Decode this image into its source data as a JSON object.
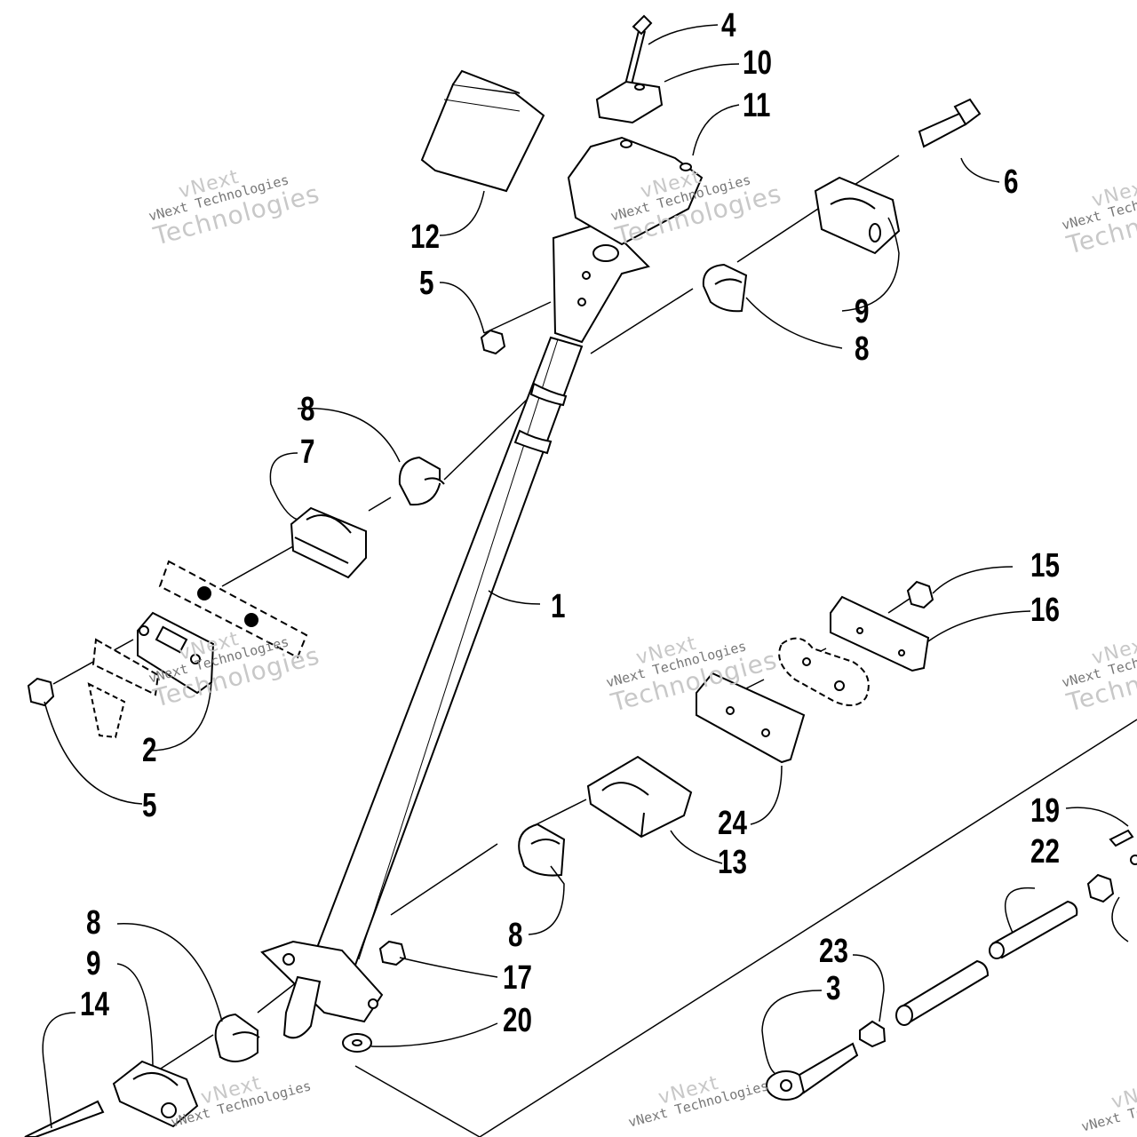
{
  "callouts": [
    {
      "id": "c1",
      "label": "1"
    },
    {
      "id": "c2",
      "label": "2"
    },
    {
      "id": "c3",
      "label": "3"
    },
    {
      "id": "c4",
      "label": "4"
    },
    {
      "id": "c5a",
      "label": "5"
    },
    {
      "id": "c5b",
      "label": "5"
    },
    {
      "id": "c6",
      "label": "6"
    },
    {
      "id": "c7",
      "label": "7"
    },
    {
      "id": "c8a",
      "label": "8"
    },
    {
      "id": "c8b",
      "label": "8"
    },
    {
      "id": "c8c",
      "label": "8"
    },
    {
      "id": "c8d",
      "label": "8"
    },
    {
      "id": "c9a",
      "label": "9"
    },
    {
      "id": "c9b",
      "label": "9"
    },
    {
      "id": "c10",
      "label": "10"
    },
    {
      "id": "c11",
      "label": "11"
    },
    {
      "id": "c12",
      "label": "12"
    },
    {
      "id": "c13",
      "label": "13"
    },
    {
      "id": "c14",
      "label": "14"
    },
    {
      "id": "c15",
      "label": "15"
    },
    {
      "id": "c16",
      "label": "16"
    },
    {
      "id": "c17",
      "label": "17"
    },
    {
      "id": "c19",
      "label": "19"
    },
    {
      "id": "c20",
      "label": "20"
    },
    {
      "id": "c22",
      "label": "22"
    },
    {
      "id": "c23",
      "label": "23"
    },
    {
      "id": "c24",
      "label": "24"
    }
  ],
  "watermark": {
    "brand": "vNext",
    "company": "vNext Technologies",
    "word": "Technologies"
  }
}
